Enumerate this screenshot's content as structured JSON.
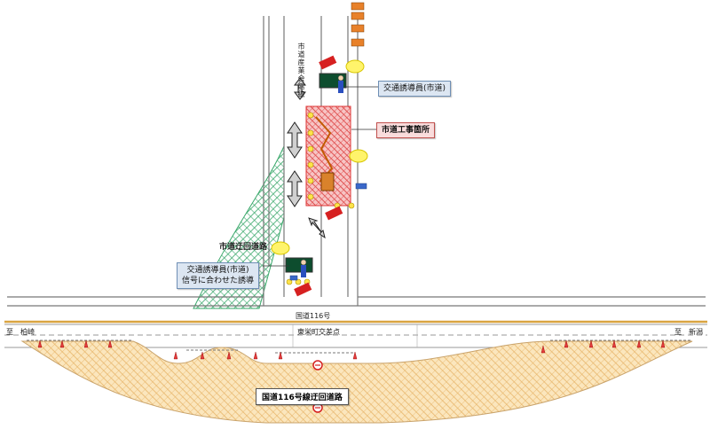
{
  "labels": {
    "city_road_name": "市道産業会館線",
    "guard_top": "交通誘導員(市道)",
    "worksite": "市道工事箇所",
    "detour_city": "市道迂回道路",
    "guard_bottom_line1": "交通誘導員(市道)",
    "guard_bottom_line2": "信号に合わせた誘導",
    "national_road": "国道116号",
    "to_left": "至　柏崎",
    "intersection": "東栄町交差点",
    "to_right": "至　新潟",
    "detour_national": "国道116号線迂回道路"
  },
  "colors": {
    "detour_fill": "#fbe6bd",
    "worksite_fill": "#f4a7a7",
    "green_hatch": "#3aa86b",
    "callout_bg": "#dce6f2",
    "road_line": "#777777"
  },
  "icons": [
    "traffic-cone-icon",
    "flasher-light-icon",
    "guide-arrow-icon",
    "traffic-guard-icon",
    "two-way-arrow-icon",
    "no-entry-icon",
    "worksite-sign-icon"
  ]
}
